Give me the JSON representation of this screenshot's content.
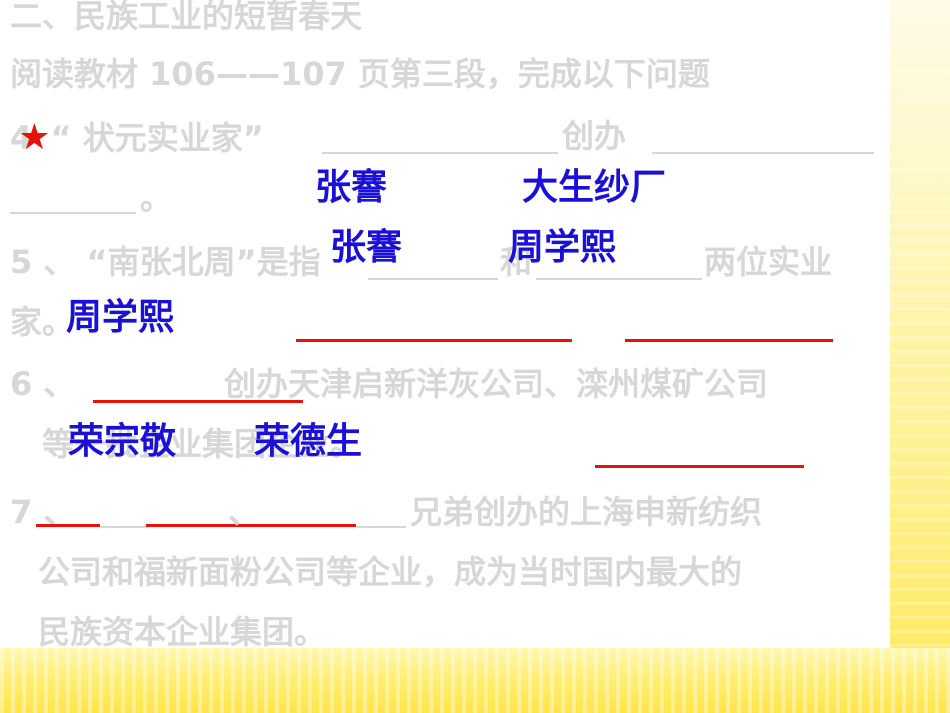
{
  "section_title": "二、民族工业的短暂春天",
  "instruction": "阅读教材 106——107 页第三段，完成以下问题",
  "q4": {
    "star": "★",
    "prefix": "4",
    "quote": "“ 状元实业家”",
    "verb": "创办",
    "end": "。",
    "answers": [
      "张謇",
      "大生纱厂"
    ]
  },
  "q5": {
    "prefix": "5 、 “南张北周”是指",
    "mid": "和",
    "suffix": "两位实业",
    "line2": "家。",
    "answers": [
      "张謇",
      "周学熙",
      "周学熙"
    ]
  },
  "q6": {
    "prefix": "6 、",
    "text": "创办天津启新洋灰公司、滦州煤矿公司",
    "line2": "等一批企业集团企业。"
  },
  "q7": {
    "prefix": "7 、",
    "sep": "、",
    "text": "兄弟创办的上海申新纺织",
    "line2": "公司和福新面粉公司等企业，成为当时国内最大的",
    "line3": "民族资本企业集团。",
    "answers": [
      "荣宗敬",
      "荣德生"
    ]
  },
  "colors": {
    "answer": "#1a10d6",
    "underline": "#e8120c",
    "faded_text": "#d7d7d7",
    "star": "#e8120c"
  }
}
